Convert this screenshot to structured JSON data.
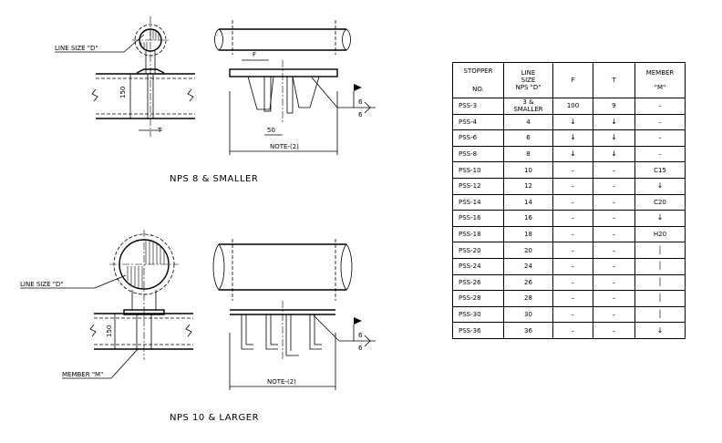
{
  "drawing": {
    "top_view": {
      "title": "NPS 8 & SMALLER",
      "line_size_label": "LINE SIZE \"D\"",
      "dim_150": "150",
      "dim_t": "T",
      "dim_f": "F",
      "dim_50": "50",
      "note": "NOTE-(2)",
      "weld_1": "6",
      "weld_2": "6"
    },
    "bottom_view": {
      "title": "NPS 10 & LARGER",
      "line_size_label": "LINE SIZE \"D\"",
      "member_label": "MEMBER \"M\"",
      "dim_150": "150",
      "note": "NOTE-(2)",
      "weld_1": "6",
      "weld_2": "6"
    }
  },
  "table": {
    "headers": {
      "stopper_1": "STOPPER",
      "stopper_2": "NO.",
      "line_1": "LINE",
      "line_2": "SIZE",
      "line_3": "NPS \"D\"",
      "f": "F",
      "t": "T",
      "member_1": "MEMBER",
      "member_2": "\"M\""
    },
    "rows": [
      {
        "no": "PSS-3",
        "size": "3  &",
        "size2": "SMALLER",
        "f": "100",
        "t": "9",
        "m": "–"
      },
      {
        "no": "PSS-4",
        "size": "4",
        "f": "",
        "t": "",
        "m": "–"
      },
      {
        "no": "PSS-6",
        "size": "6",
        "f": "",
        "t": "",
        "m": "–"
      },
      {
        "no": "PSS-8",
        "size": "8",
        "f": "",
        "t": "",
        "m": "–"
      },
      {
        "no": "PSS-10",
        "size": "10",
        "f": "–",
        "t": "–",
        "m": "C15"
      },
      {
        "no": "PSS-12",
        "size": "12",
        "f": "–",
        "t": "–",
        "m": ""
      },
      {
        "no": "PSS-14",
        "size": "14",
        "f": "–",
        "t": "–",
        "m": "C20"
      },
      {
        "no": "PSS-16",
        "size": "16",
        "f": "–",
        "t": "–",
        "m": ""
      },
      {
        "no": "PSS-18",
        "size": "18",
        "f": "–",
        "t": "–",
        "m": "H20"
      },
      {
        "no": "PSS-20",
        "size": "20",
        "f": "–",
        "t": "–",
        "m": ""
      },
      {
        "no": "PSS-24",
        "size": "24",
        "f": "–",
        "t": "–",
        "m": ""
      },
      {
        "no": "PSS-26",
        "size": "26",
        "f": "–",
        "t": "–",
        "m": ""
      },
      {
        "no": "PSS-28",
        "size": "28",
        "f": "–",
        "t": "–",
        "m": ""
      },
      {
        "no": "PSS-30",
        "size": "30",
        "f": "–",
        "t": "–",
        "m": ""
      },
      {
        "no": "PSS-36",
        "size": "36",
        "f": "–",
        "t": "–",
        "m": ""
      }
    ]
  }
}
